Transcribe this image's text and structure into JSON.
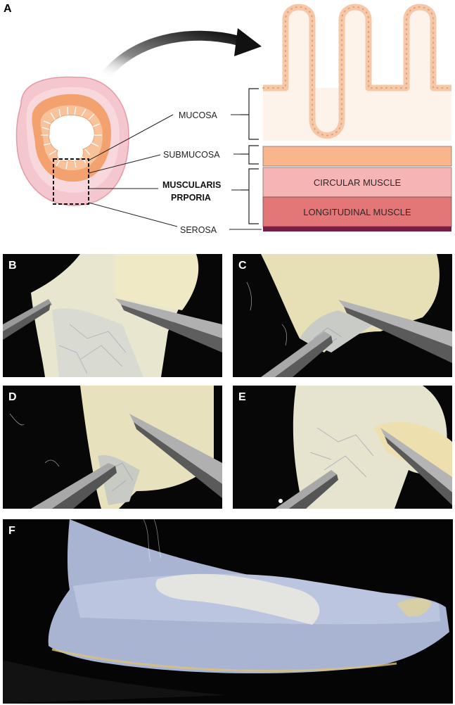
{
  "panels": {
    "a": "A",
    "b": "B",
    "c": "C",
    "d": "D",
    "e": "E",
    "f": "F"
  },
  "schematic": {
    "labels": {
      "mucosa": "MUCOSA",
      "submucosa": "SUBMUCOSA",
      "muscularis_line1": "MUSCULARIS",
      "muscularis_line2": "PRPORIA",
      "serosa": "SEROSA"
    },
    "layers": {
      "circular_muscle": "CIRCULAR MUSCLE",
      "longitudinal_muscle": "LONGITUDINAL MUSCLE"
    },
    "colors": {
      "mucosa_fill": "#fdf3ea",
      "villus_outline": "#f5c9a8",
      "submucosa": "#f9b58c",
      "circular_muscle": "#f6b4b4",
      "longitudinal_muscle": "#e37777",
      "serosa": "#7b1e44",
      "cross_section_outer": "#f4c7cf",
      "cross_section_ring": "#f3a26f"
    }
  }
}
